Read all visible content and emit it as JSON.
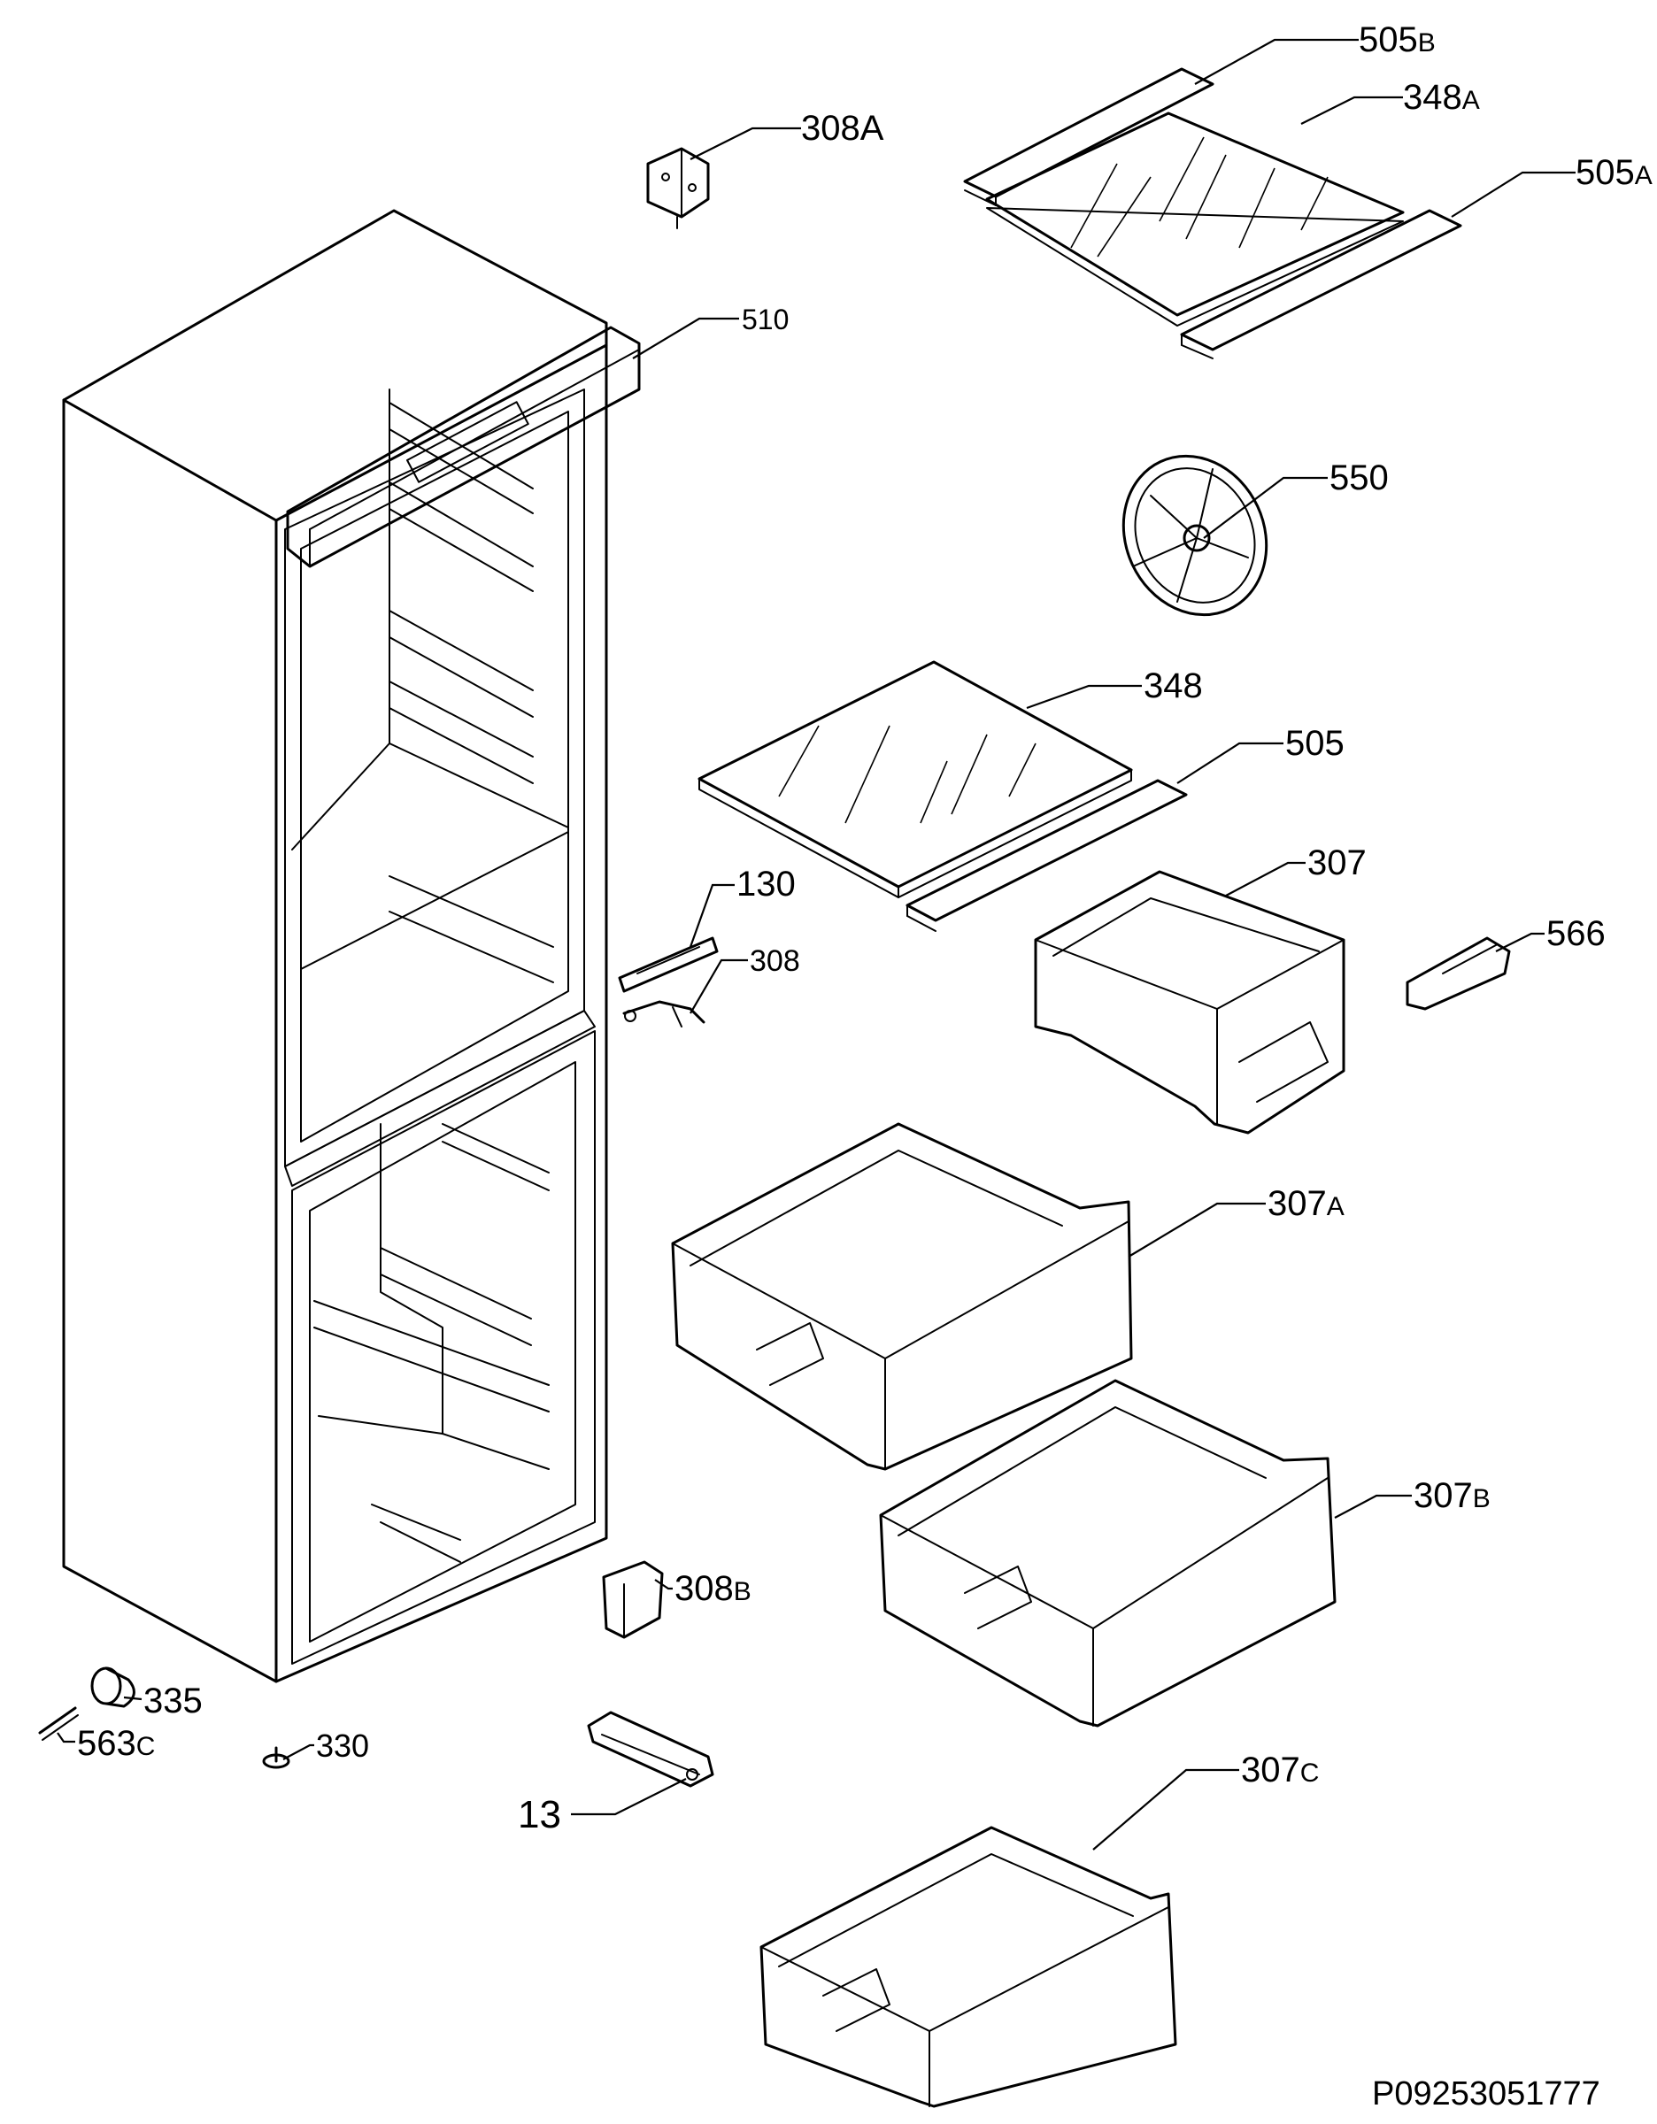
{
  "colors": {
    "ink": "#000000",
    "paper": "#ffffff"
  },
  "callouts": {
    "c505b": {
      "label": "505",
      "suffix": "B"
    },
    "c348a": {
      "label": "348",
      "suffix": "A"
    },
    "c505a": {
      "label": "505",
      "suffix": "A"
    },
    "c308a": {
      "label": "308A"
    },
    "c510": {
      "label": "510"
    },
    "c550": {
      "label": "550"
    },
    "c348": {
      "label": "348"
    },
    "c505": {
      "label": "505"
    },
    "c130": {
      "label": "130"
    },
    "c308": {
      "label": "308"
    },
    "c307": {
      "label": "307"
    },
    "c566": {
      "label": "566"
    },
    "c307a": {
      "label": "307",
      "suffix": "A"
    },
    "c307b": {
      "label": "307",
      "suffix": "B"
    },
    "c308b": {
      "label": "308",
      "suffix": "B"
    },
    "c335": {
      "label": "335"
    },
    "c563c": {
      "label": "563",
      "suffix": "C"
    },
    "c330": {
      "label": "330"
    },
    "c13": {
      "label": "13"
    },
    "c307c": {
      "label": "307",
      "suffix": "C"
    }
  },
  "document_id": "P09253051777"
}
